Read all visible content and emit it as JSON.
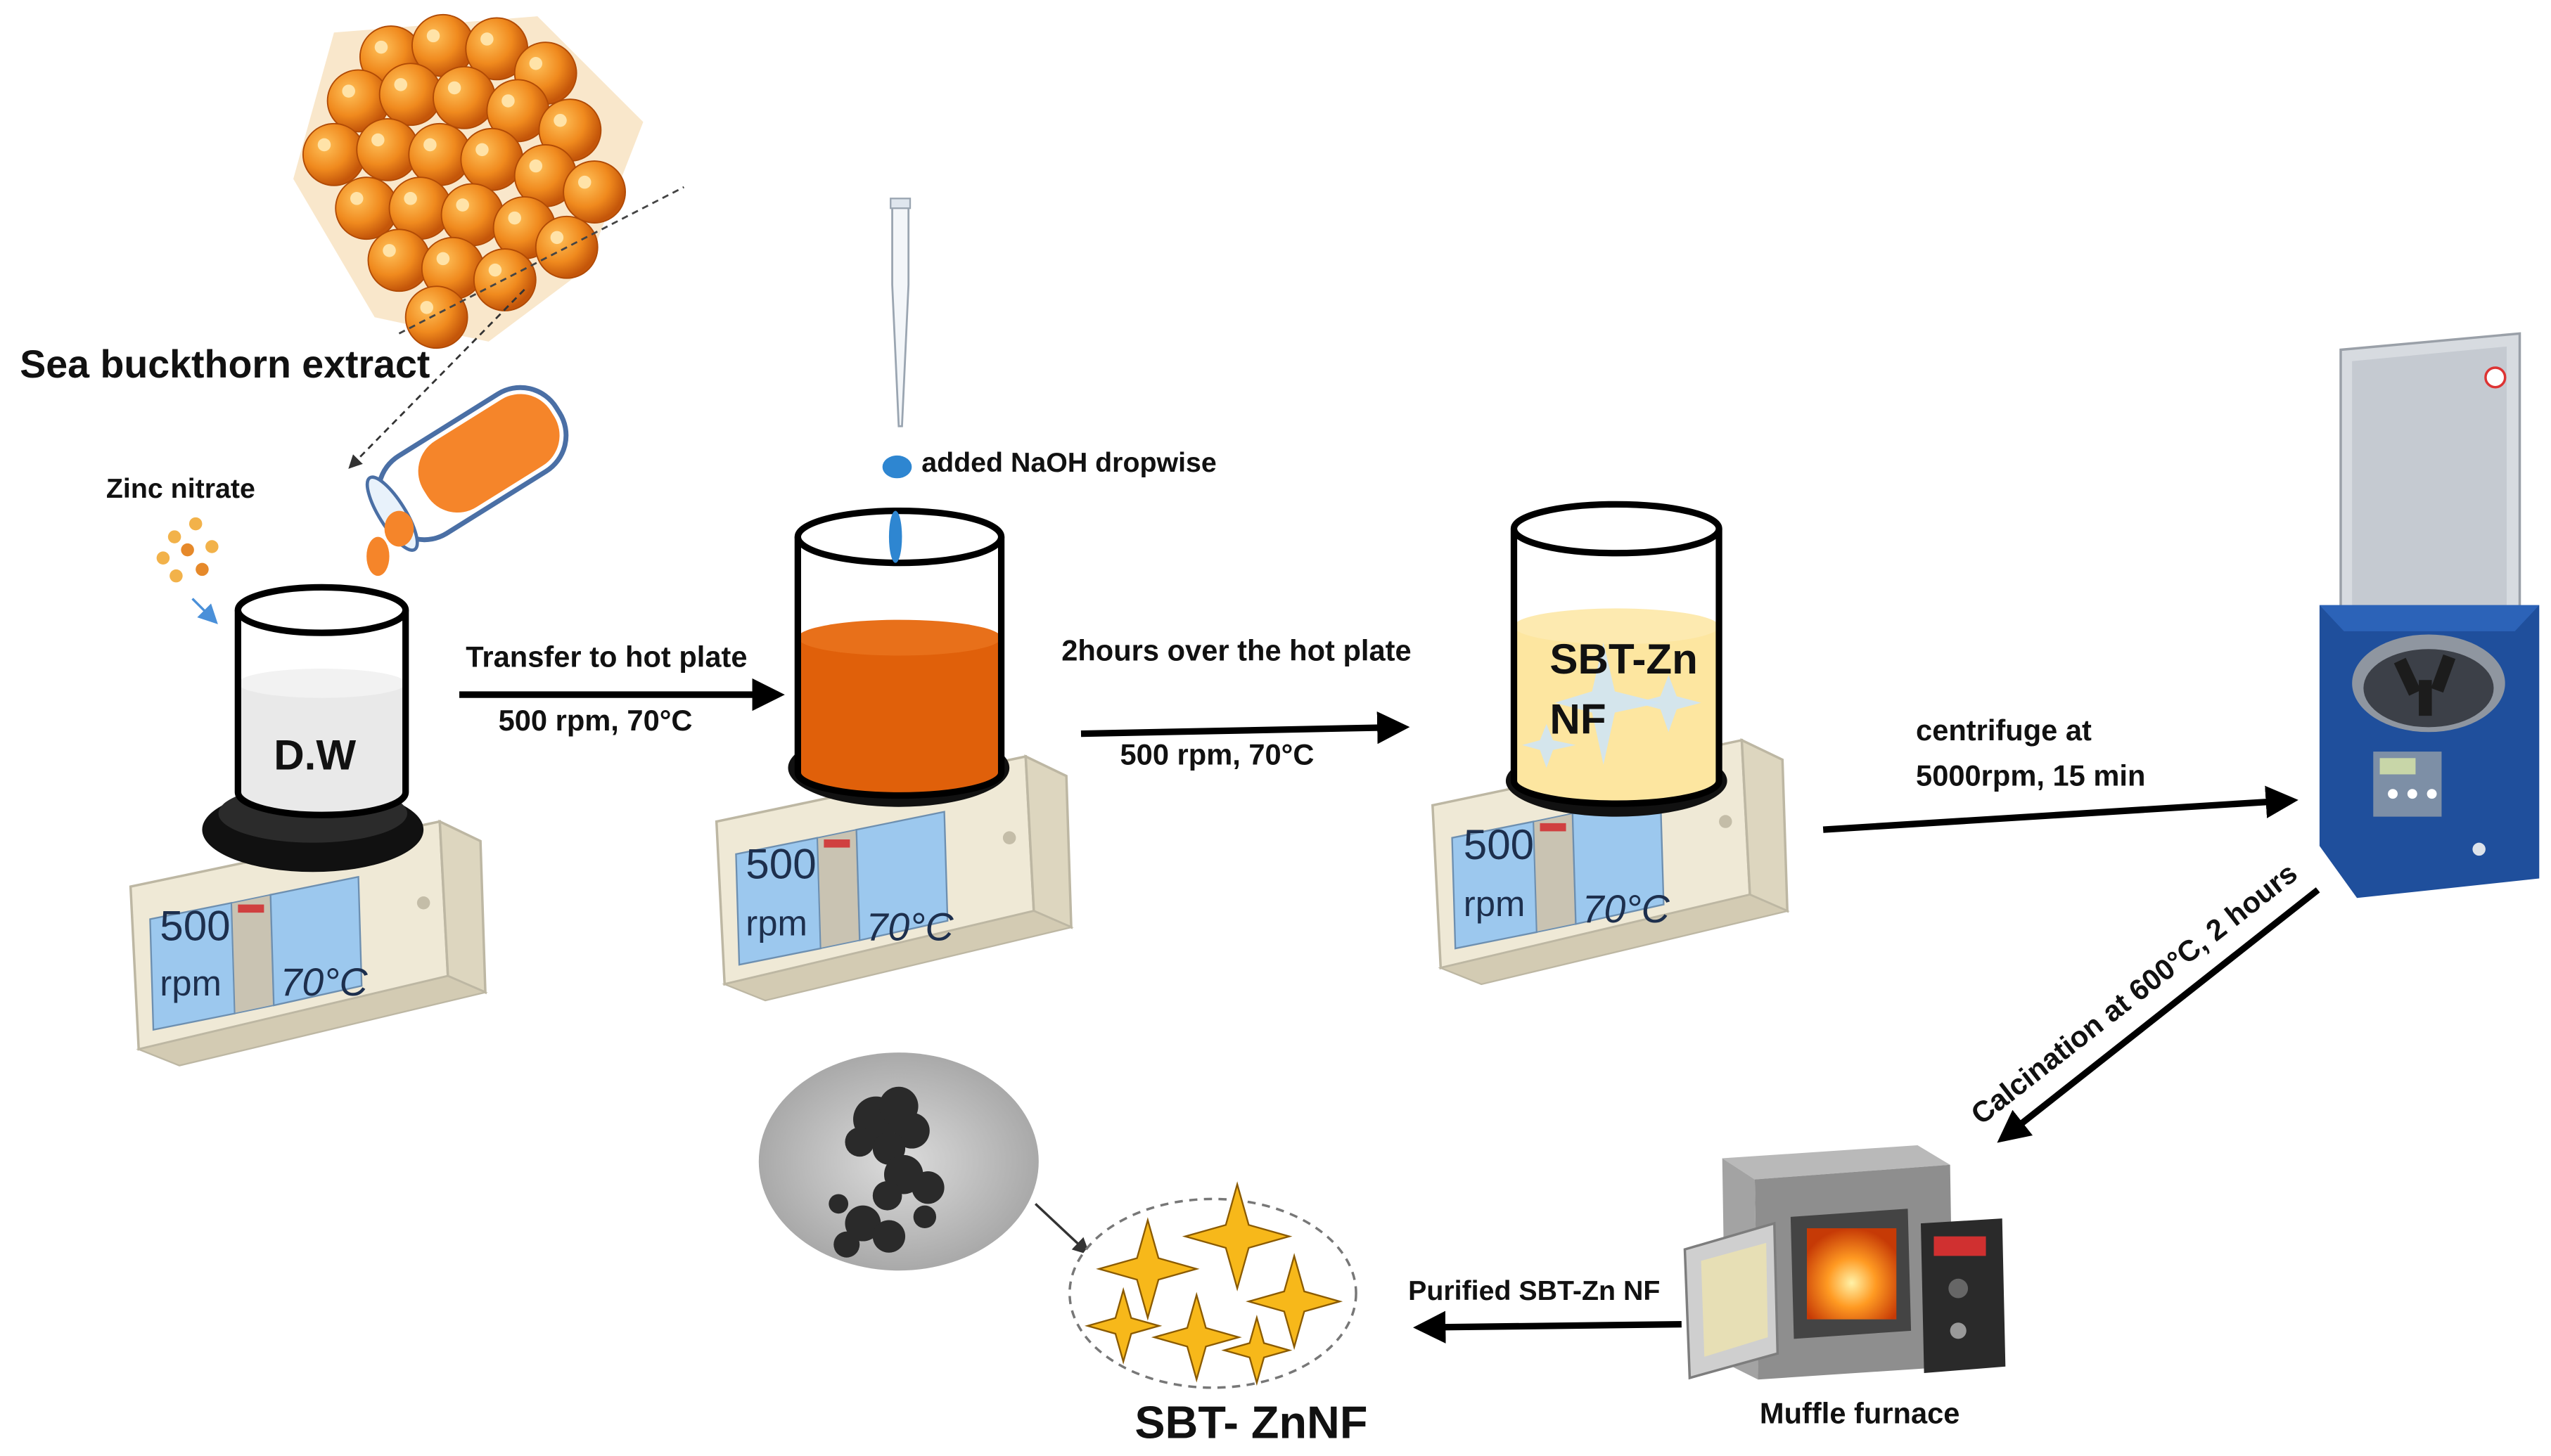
{
  "labels": {
    "extract": "Sea buckthorn extract",
    "zinc": "Zinc nitrate",
    "dw": "D.W",
    "transfer": "Transfer to hot plate",
    "rpm1": "500 rpm, 70°C",
    "naoh": "added NaOH  dropwise",
    "hours": "2hours over the hot plate",
    "rpm2": "500 rpm, 70°C",
    "sbt1": "SBT-Zn",
    "sbt2": "NF",
    "centrifuge1": "centrifuge at",
    "centrifuge2": "5000rpm, 15 min",
    "calcination": "Calcination at 600°C, 2 hours",
    "purified": "Purified SBT-Zn NF",
    "furnace": "Muffle furnace",
    "product": "SBT- ZnNF"
  },
  "hotplate": {
    "speed": "500",
    "unit": "rpm",
    "temp": "70°C"
  },
  "colors": {
    "berry": "#f08a1e",
    "reaction": "#e0600a",
    "product_liquid": "#fde6a0",
    "lcd": "#9cc8ee",
    "centrifuge": "#1f4f9c",
    "star": "#f7b81a"
  }
}
